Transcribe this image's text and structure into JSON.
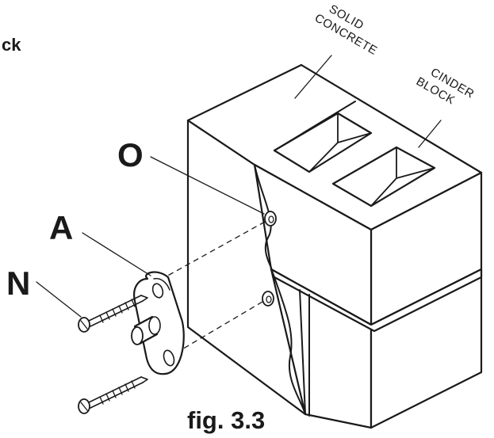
{
  "corner_text": "ck",
  "labels": {
    "solid_concrete": [
      "SOLID",
      "CONCRETE"
    ],
    "cinder_block": [
      "CINDER",
      "BLOCK"
    ],
    "o": "O",
    "a": "A",
    "n": "N"
  },
  "caption": "fig. 3.3"
}
